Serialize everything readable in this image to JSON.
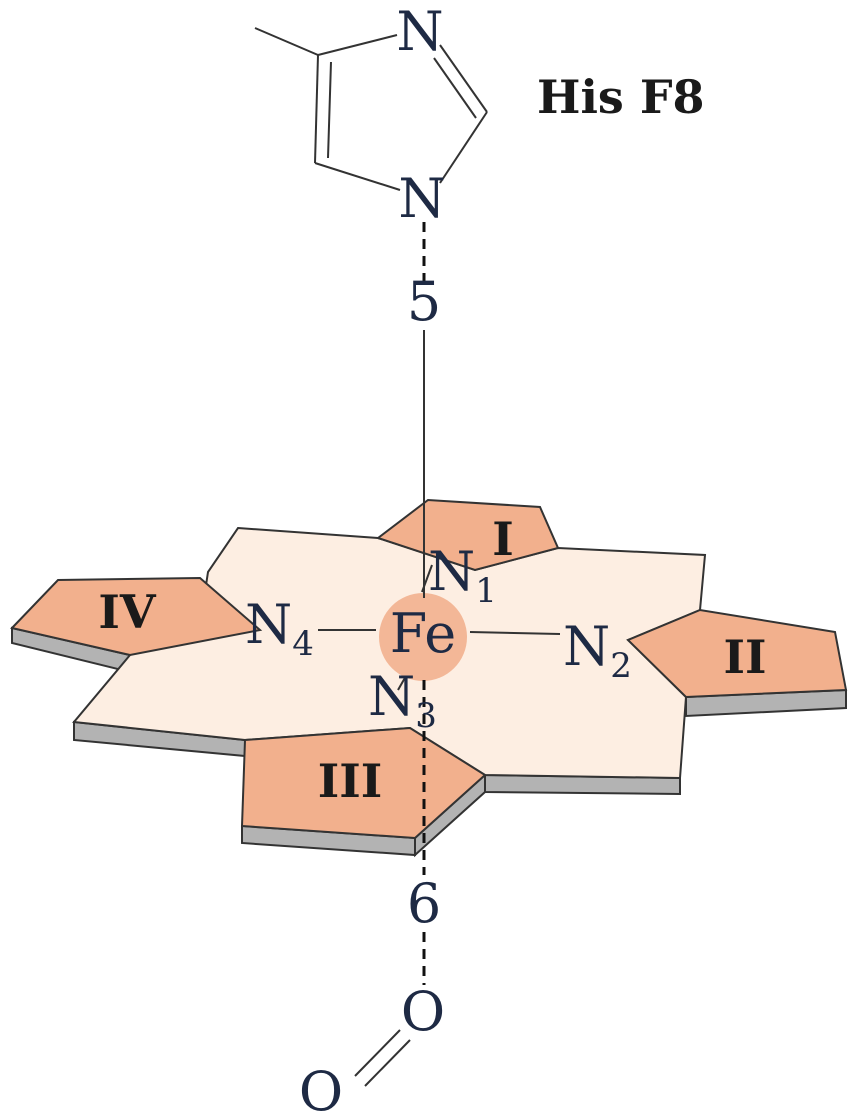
{
  "residue_label": "His F8",
  "atoms": {
    "n_top": "N",
    "n_bottom": "N",
    "fe": "Fe",
    "n1": "N",
    "n1_sub": "1",
    "n2": "N",
    "n2_sub": "2",
    "n3": "N",
    "n3_sub": "3",
    "n4": "N",
    "n4_sub": "4",
    "o_upper": "O",
    "o_lower": "O"
  },
  "positions": {
    "proximal": "5",
    "distal": "6"
  },
  "pyrroles": [
    "I",
    "II",
    "III",
    "IV"
  ],
  "colors": {
    "pyrrole_fill": "#f2b08d",
    "porphyrin_fill": "#fdeee2",
    "slab_edge": "#b3b3b3",
    "fe_highlight": "#f3b797",
    "ink": "#1e2a44"
  }
}
